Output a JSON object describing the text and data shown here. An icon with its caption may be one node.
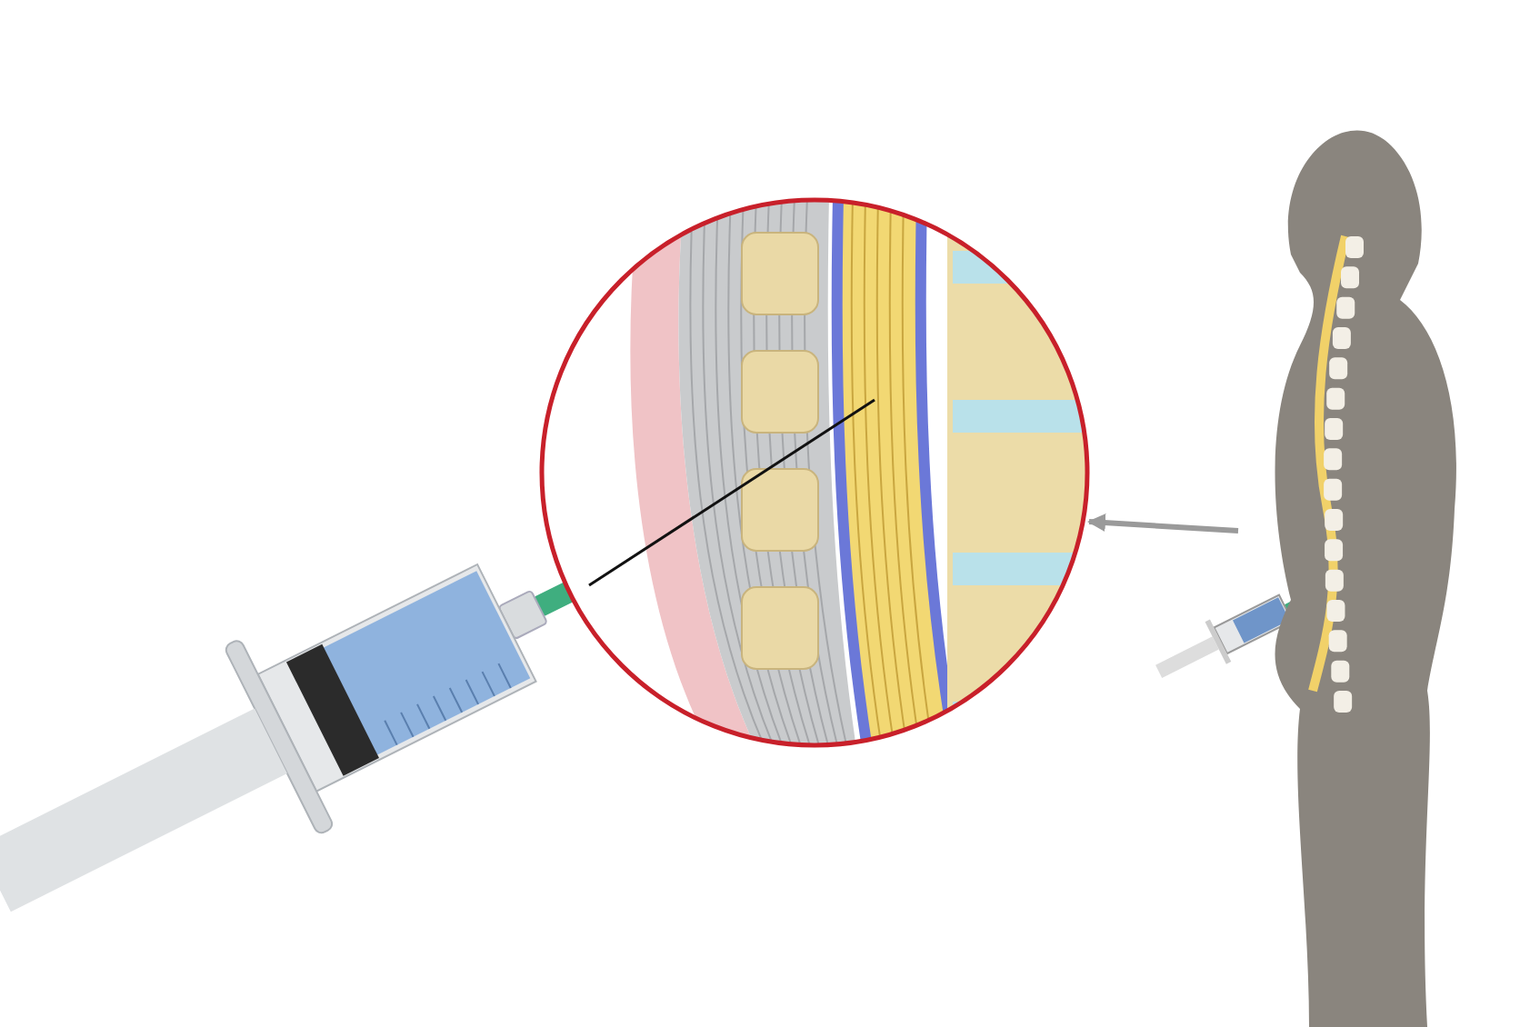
{
  "diagram": {
    "nodes": [
      {
        "text": [],
        "shape": "picture"
      },
      {
        "text": [],
        "shape": "person"
      }
    ],
    "edges": [
      {
        "from": 1,
        "to": 0,
        "arrow": "to"
      }
    ]
  }
}
